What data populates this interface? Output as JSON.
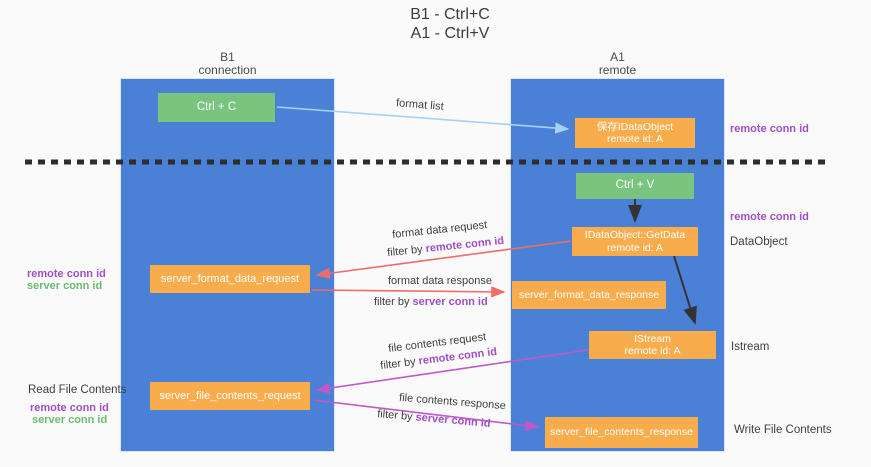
{
  "title": {
    "line1": "B1 - Ctrl+C",
    "line2": "A1 - Ctrl+V"
  },
  "lifelines": {
    "left": {
      "name": "B1",
      "role": "connection"
    },
    "right": {
      "name": "A1",
      "role": "remote"
    }
  },
  "boxes": {
    "ctrl_c": {
      "label": "Ctrl + C"
    },
    "ctrl_v": {
      "label": "Ctrl + V"
    },
    "save_idataobject": {
      "line1": "保存IDataObject",
      "line2": "remote id: A"
    },
    "idataobject_getdata": {
      "line1": "IDataObject::GetData",
      "line2": "remote id: A"
    },
    "istream": {
      "line1": "IStream",
      "line2": "remote id: A"
    },
    "server_format_data_request": {
      "label": "server_format_data_request"
    },
    "server_format_data_response": {
      "label": "server_format_data_response"
    },
    "server_file_contents_request": {
      "label": "server_file_contents_request"
    },
    "server_file_contents_response": {
      "label": "server_file_contents_response"
    }
  },
  "messages": {
    "format_list": {
      "label": "format list"
    },
    "format_data_request": {
      "label": "format data request",
      "filter_prefix": "filter by ",
      "filter_key": "remote conn id"
    },
    "format_data_response": {
      "label": "format data response",
      "filter_prefix": "filter by ",
      "filter_key": "server conn id"
    },
    "file_contents_request": {
      "label": "file contents request",
      "filter_prefix": "filter by ",
      "filter_key": "remote conn id"
    },
    "file_contents_response": {
      "label": "file contents response",
      "filter_prefix": "filter by ",
      "filter_key": "server conn id"
    }
  },
  "annotations": {
    "right_remote_conn_id_1": "remote conn id",
    "right_remote_conn_id_2": "remote conn id",
    "dataobject": "DataObject",
    "istream": "Istream",
    "write_file_contents": "Write File Contents",
    "read_file_contents": "Read File Contents",
    "left_remote_conn_id_1": "remote conn id",
    "left_server_conn_id_1": "server conn id",
    "left_remote_conn_id_2": "remote conn id",
    "left_server_conn_id_2": "server conn id"
  },
  "colors": {
    "lifeline_blue": "#4a80d6",
    "action_green": "#79c47e",
    "message_orange": "#f9ac4b",
    "remote_conn_purple": "#a04fc5",
    "server_conn_green": "#6cbb70",
    "request_arrow_red": "#ee6d66",
    "file_arrow_magenta": "#c157c8",
    "format_list_arrow_blue": "#a5d2f3",
    "black_arrow": "#333333",
    "dashed_divider": "#2d2d2d"
  }
}
